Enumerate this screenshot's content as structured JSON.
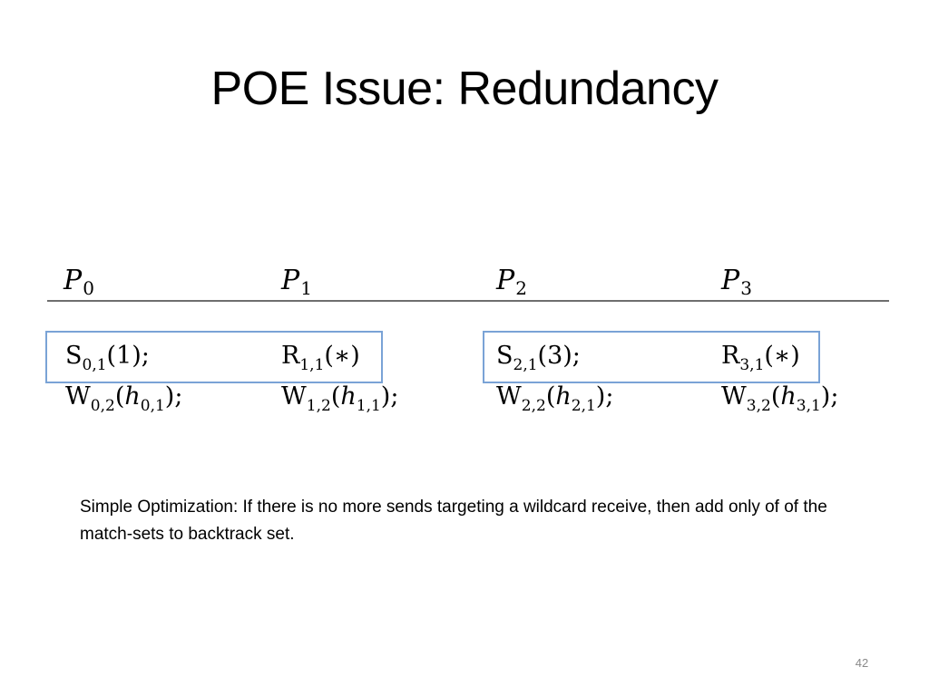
{
  "slide": {
    "title": "POE Issue: Redundancy",
    "note": "Simple Optimization: If there is no more sends targeting a wildcard receive, then add only of of the match-sets to backtrack set.",
    "page_number": "42"
  },
  "table": {
    "processes": [
      {
        "name": "P",
        "index": "0"
      },
      {
        "name": "P",
        "index": "1"
      },
      {
        "name": "P",
        "index": "2"
      },
      {
        "name": "P",
        "index": "3"
      }
    ],
    "row1": [
      {
        "op": "S",
        "sub": "0,1",
        "arg": "(1);"
      },
      {
        "op": "R",
        "sub": "1,1",
        "arg": "(∗)"
      },
      {
        "op": "S",
        "sub": "2,1",
        "arg": "(3);"
      },
      {
        "op": "R",
        "sub": "3,1",
        "arg": "(∗)"
      }
    ],
    "row2": [
      {
        "op": "W",
        "sub": "0,2",
        "open": "(",
        "var": "h",
        "var_sub": "0,1",
        "close": ");"
      },
      {
        "op": "W",
        "sub": "1,2",
        "open": "(",
        "var": "h",
        "var_sub": "1,1",
        "close": ");"
      },
      {
        "op": "W",
        "sub": "2,2",
        "open": "(",
        "var": "h",
        "var_sub": "2,1",
        "close": ");"
      },
      {
        "op": "W",
        "sub": "3,2",
        "open": "(",
        "var": "h",
        "var_sub": "3,1",
        "close": ");"
      }
    ],
    "match_box_color": "#7aa3d6"
  }
}
